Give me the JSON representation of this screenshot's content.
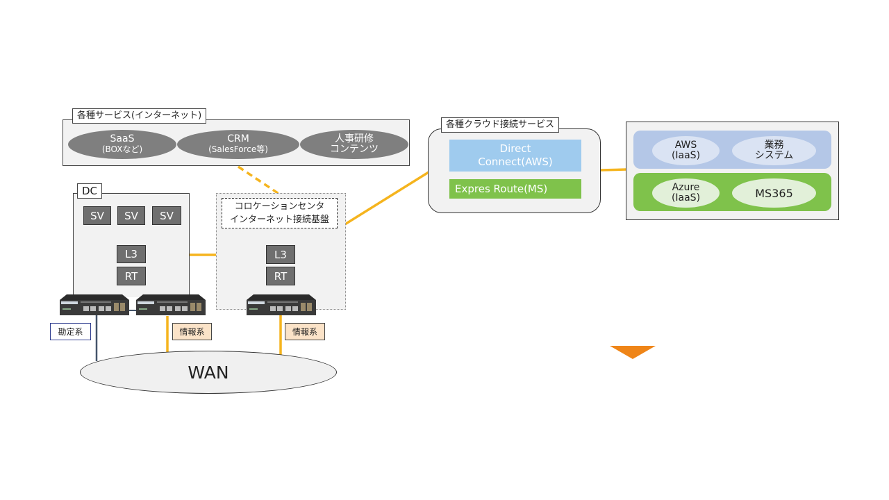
{
  "internet_services": {
    "label": "各種サービス(インターネット)",
    "items": [
      {
        "line1": "SaaS",
        "line2": "(BOXなど)"
      },
      {
        "line1": "CRM",
        "line2": "(SalesForce等)"
      },
      {
        "line1": "人事研修",
        "line2": "コンテンツ"
      }
    ]
  },
  "dc": {
    "label": "DC",
    "servers": [
      "SV",
      "SV",
      "SV"
    ],
    "l3": "L3",
    "rt": "RT",
    "systems": [
      {
        "label": "勘定系",
        "color": "#ffffff",
        "border": "#2f3d8f"
      },
      {
        "label": "情報系",
        "color": "#fbe3c8",
        "border": "#444444"
      }
    ]
  },
  "colocation": {
    "label_line1": "コロケーションセンタ",
    "label_line2": "インターネット接続基盤",
    "l3": "L3",
    "rt": "RT",
    "system": {
      "label": "情報系",
      "color": "#fbe3c8"
    }
  },
  "wan": {
    "label": "WAN"
  },
  "cloud_connect": {
    "label": "各種クラウド接続サービス",
    "items": [
      {
        "line1": "Direct",
        "line2": "Connect(AWS)",
        "color": "#9fcbee"
      },
      {
        "line1": "Expres Route(MS)",
        "line2": "",
        "color": "#7fc24b"
      }
    ]
  },
  "cloud_services": {
    "rows": [
      {
        "color": "#b4c7e7",
        "ellipse_color": "#dae3f3",
        "items": [
          {
            "line1": "AWS",
            "line2": "(IaaS)"
          },
          {
            "line1": "業務",
            "line2": "システム"
          }
        ]
      },
      {
        "color": "#7fc24b",
        "ellipse_color": "#e2f0d9",
        "items": [
          {
            "line1": "Azure",
            "line2": "(IaaS)"
          },
          {
            "line1": "MS365",
            "line2": ""
          }
        ]
      }
    ]
  },
  "colors": {
    "link": "#f5b41e",
    "accounting_link": "#44546a",
    "arrow": "#ef8518"
  },
  "arrow": {
    "direction": "down"
  }
}
